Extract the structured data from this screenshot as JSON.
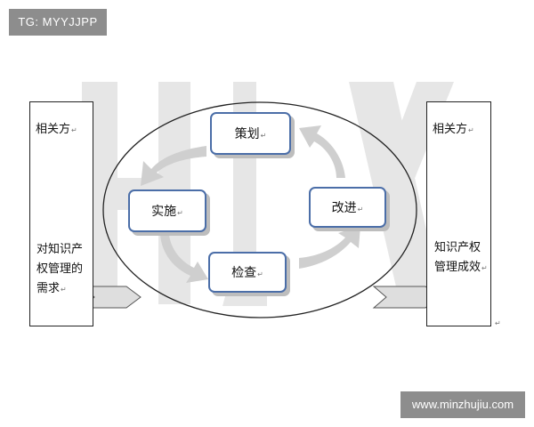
{
  "watermark": {
    "tag": "TG: MYYJJPP",
    "site": "www.minzhujiu.com"
  },
  "stakeholders_left": {
    "title": "相关方",
    "body": "对知识产权管理的需求"
  },
  "stakeholders_right": {
    "title": "相关方",
    "body": "知识产权管理成效"
  },
  "phases": {
    "plan": "策划",
    "do": "实施",
    "check": "检查",
    "act": "改进"
  },
  "paragraph_mark": "↵",
  "colors": {
    "phase_border": "#4b6ea8",
    "cycle_arrow": "#cfcfcf",
    "background_watermark": "#e6e6e6",
    "badge": "#8d8d8d"
  }
}
